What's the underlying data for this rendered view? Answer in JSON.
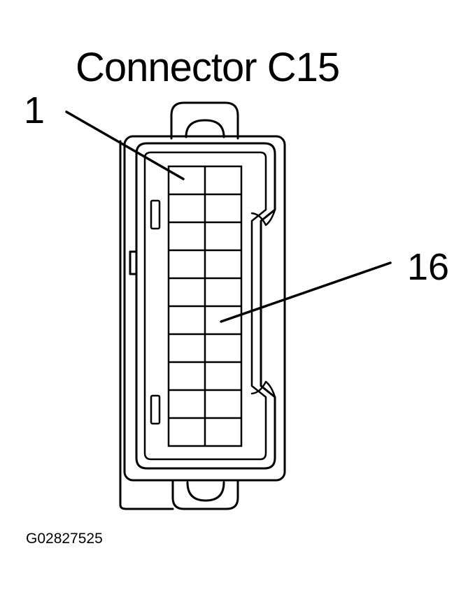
{
  "diagram": {
    "title": "Connector C15",
    "callouts": [
      {
        "label": "1",
        "pin": 1
      },
      {
        "label": "16",
        "pin": 16
      }
    ],
    "figure_id": "G02827525",
    "connector": {
      "columns": 2,
      "rows": 10,
      "pins_labeled": [
        1,
        16
      ]
    },
    "colors": {
      "ink": "#000000",
      "background": "#ffffff"
    }
  }
}
